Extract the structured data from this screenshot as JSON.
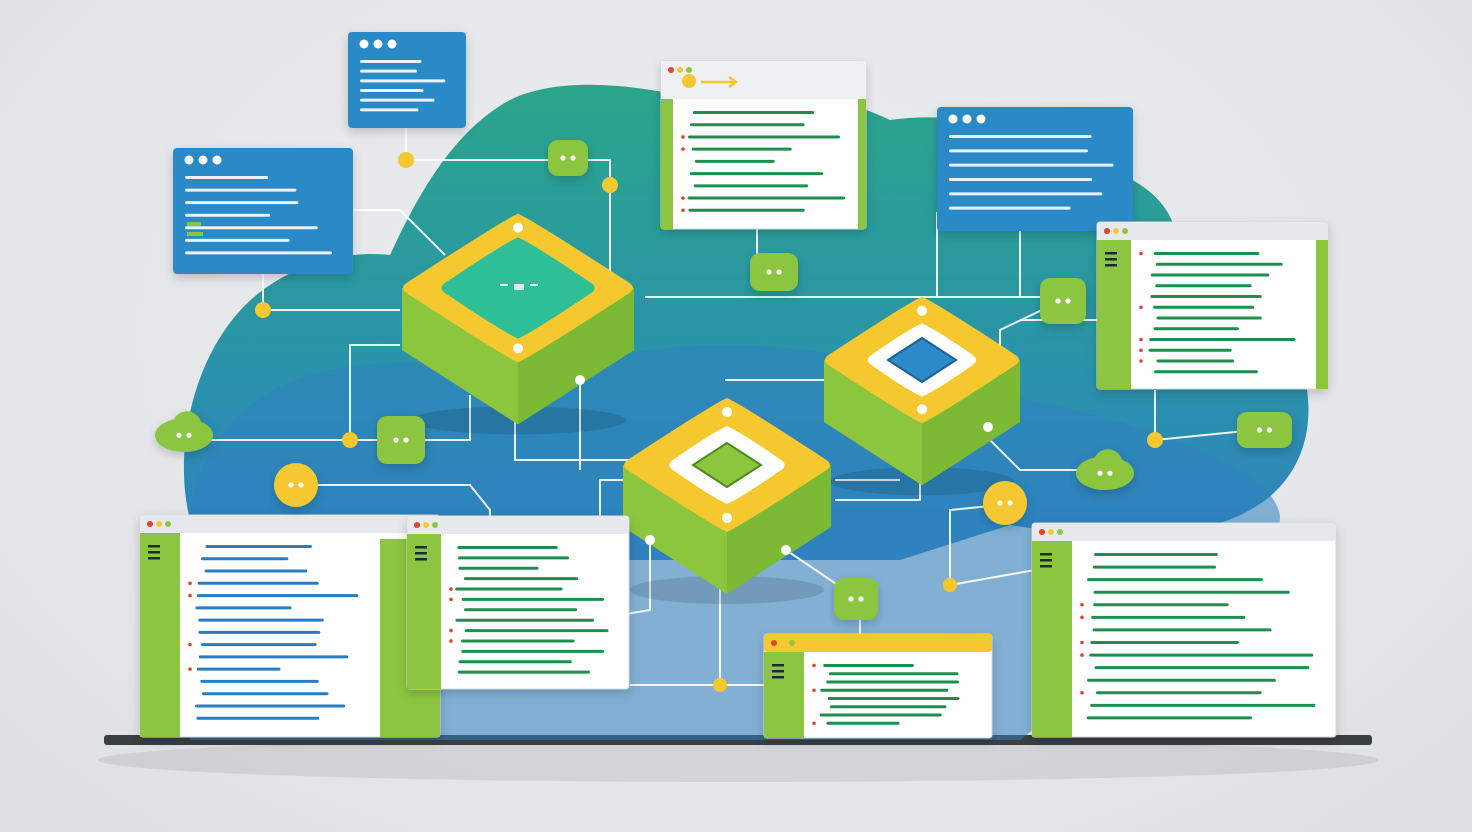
{
  "colors": {
    "background": "#e6e8eb",
    "cloud_green": "#2aa58a",
    "cloud_blue": "#2f82c0",
    "lime": "#8cc63f",
    "lime_dark": "#6fae2e",
    "yellow": "#f5c830",
    "teal": "#2fbf96",
    "panel_blue": "#2c8ac8",
    "code_green": "#1e8f4e",
    "code_blue": "#2b7cc0",
    "dot_red": "#e0452b",
    "connector": "#ffffff",
    "shelf": "#3a3f44"
  },
  "icons": {
    "window_dots": "three-dot-window-icon",
    "chat": "chat-bubble-icon",
    "menu": "hamburger-menu-icon",
    "arrow": "arrow-right-icon",
    "node": "network-node-icon"
  },
  "panels_blue": [
    {
      "name": "blue-panel-top-left",
      "lines": 6
    },
    {
      "name": "blue-panel-left",
      "lines": 7
    },
    {
      "name": "blue-panel-right",
      "lines": 6
    }
  ],
  "windows": [
    {
      "name": "code-window-top-center",
      "theme": "lime",
      "lines": 9
    },
    {
      "name": "code-window-right",
      "theme": "lime",
      "lines": 12
    },
    {
      "name": "code-window-bottom-left",
      "theme": "lime",
      "lines": 15
    },
    {
      "name": "code-window-bottom-left-2",
      "theme": "lime",
      "lines": 13
    },
    {
      "name": "code-window-bottom-center",
      "theme": "yellow",
      "lines": 8
    },
    {
      "name": "code-window-bottom-right",
      "theme": "lime",
      "lines": 14
    }
  ],
  "nodes": [
    {
      "name": "node-chip-left",
      "inner": "teal"
    },
    {
      "name": "node-chip-right",
      "inner": "blue-square"
    },
    {
      "name": "node-chip-center",
      "inner": "green-square"
    }
  ]
}
